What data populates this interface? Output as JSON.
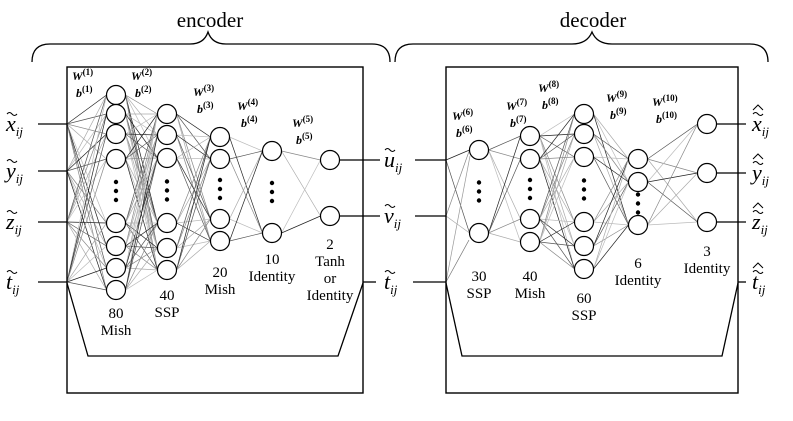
{
  "sections": {
    "encoder_label": "encoder",
    "decoder_label": "decoder"
  },
  "inputs": [
    {
      "sym": "x",
      "sub": "ij"
    },
    {
      "sym": "y",
      "sub": "ij"
    },
    {
      "sym": "z",
      "sub": "ij"
    },
    {
      "sym": "t",
      "sub": "ij"
    }
  ],
  "latent": [
    {
      "sym": "u",
      "sub": "ij"
    },
    {
      "sym": "v",
      "sub": "ij"
    },
    {
      "sym": "t",
      "sub": "ij"
    }
  ],
  "outputs": [
    {
      "sym": "x",
      "sub": "ij"
    },
    {
      "sym": "y",
      "sub": "ij"
    },
    {
      "sym": "z",
      "sub": "ij"
    },
    {
      "sym": "t",
      "sub": "ij"
    }
  ],
  "encoder_layers": [
    {
      "size": "80",
      "activation": "Mish",
      "w": "W",
      "b": "b",
      "idx": "(1)"
    },
    {
      "size": "40",
      "activation": "SSP",
      "w": "W",
      "b": "b",
      "idx": "(2)"
    },
    {
      "size": "20",
      "activation": "Mish",
      "w": "W",
      "b": "b",
      "idx": "(3)"
    },
    {
      "size": "10",
      "activation": "Identity",
      "w": "W",
      "b": "b",
      "idx": "(4)"
    },
    {
      "size": "2",
      "activation": "Tanh or Identity",
      "activation_lines": [
        "Tanh",
        "or",
        "Identity"
      ],
      "w": "W",
      "b": "b",
      "idx": "(5)"
    }
  ],
  "decoder_layers": [
    {
      "size": "30",
      "activation": "SSP",
      "w": "W",
      "b": "b",
      "idx": "(6)"
    },
    {
      "size": "40",
      "activation": "Mish",
      "w": "W",
      "b": "b",
      "idx": "(7)"
    },
    {
      "size": "60",
      "activation": "SSP",
      "w": "W",
      "b": "b",
      "idx": "(8)"
    },
    {
      "size": "6",
      "activation": "Identity",
      "w": "W",
      "b": "b",
      "idx": "(9)"
    },
    {
      "size": "3",
      "activation": "Identity",
      "w": "W",
      "b": "b",
      "idx": "(10)"
    }
  ],
  "ellipsis_symbol": "⋮"
}
